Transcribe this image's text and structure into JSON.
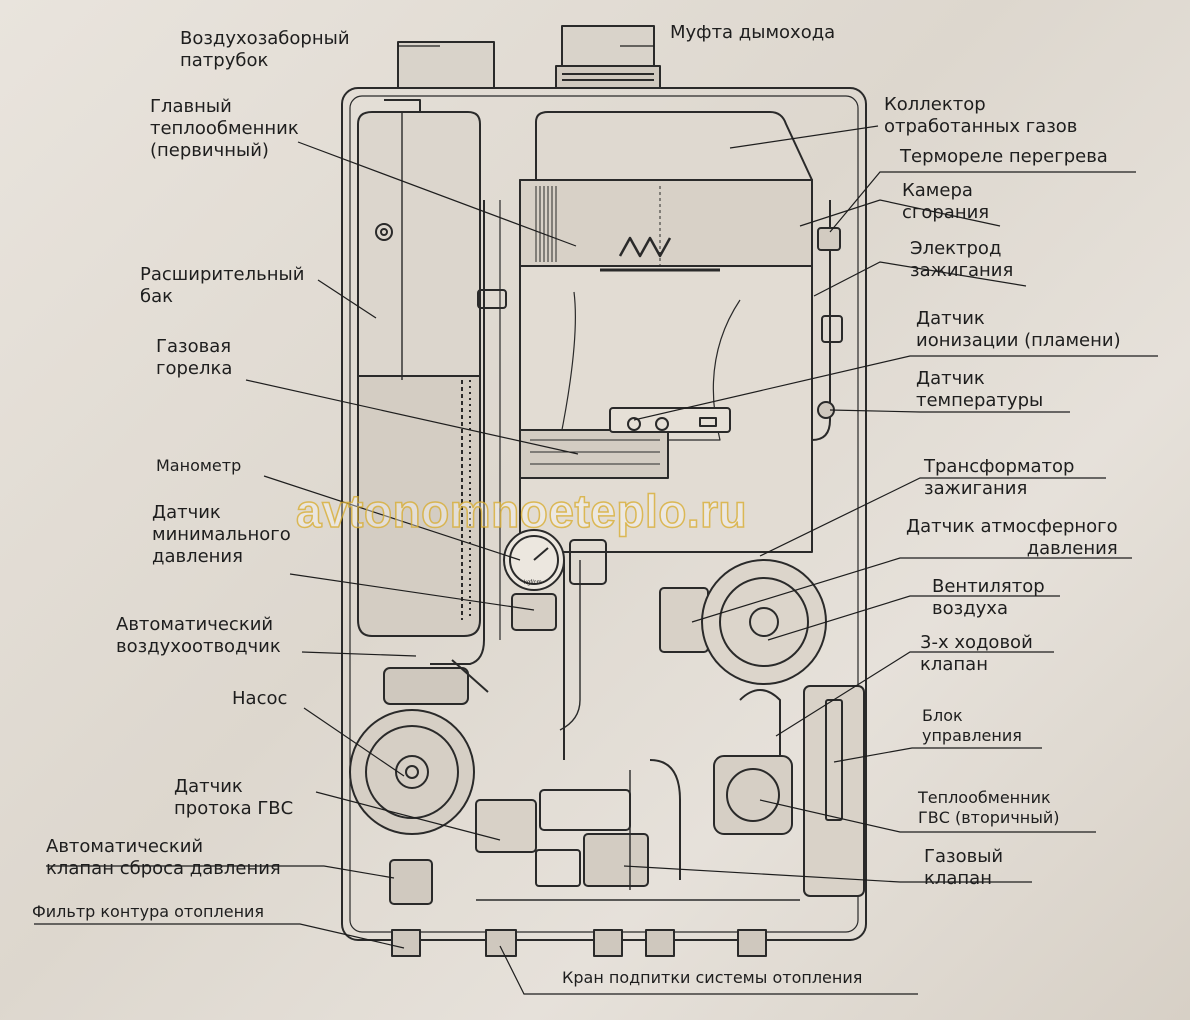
{
  "labels": {
    "air_intake": [
      "Воздухозаборный",
      "патрубок"
    ],
    "flue_coupling": "Муфта дымохода",
    "main_heat_exchanger": [
      "Главный",
      "теплообменник",
      "(первичный)"
    ],
    "exhaust_collector": [
      "Коллектор",
      "отработанных газов"
    ],
    "overheat_thermostat": "Термореле перегрева",
    "combustion_chamber": [
      "Камера",
      "сгорания"
    ],
    "ignition_electrode": [
      "Электрод",
      "зажигания"
    ],
    "expansion_tank": [
      "Расширительный",
      "бак"
    ],
    "ionization_sensor": [
      "Датчик",
      "ионизации (пламени)"
    ],
    "gas_burner": [
      "Газовая",
      "горелка"
    ],
    "temperature_sensor": [
      "Датчик",
      "температуры"
    ],
    "manometer": "Манометр",
    "ignition_transformer": [
      "Трансформатор",
      "зажигания"
    ],
    "min_pressure_sensor": [
      "Датчик",
      "минимального",
      "давления"
    ],
    "atm_pressure_sensor": [
      "Датчик атмосферного",
      "давления"
    ],
    "auto_air_vent": [
      "Автоматический",
      "воздухоотводчик"
    ],
    "air_fan": [
      "Вентилятор",
      "воздуха"
    ],
    "three_way_valve": [
      "3-х ходовой",
      "клапан"
    ],
    "pump": "Насос",
    "control_unit": [
      "Блок",
      "управления"
    ],
    "dhw_flow_sensor": [
      "Датчик",
      "протока ГВС"
    ],
    "dhw_heat_exchanger": [
      "Теплообменник",
      "ГВС (вторичный)"
    ],
    "auto_relief_valve": [
      "Автоматический",
      "клапан сброса давления"
    ],
    "gas_valve": [
      "Газовый",
      "клапан"
    ],
    "heating_filter": "Фильтр контура отопления",
    "makeup_tap": "Кран подпитки системы отопления"
  },
  "gauge_text": "kgf/cm",
  "watermark": "avtonomnoeteplo.ru"
}
